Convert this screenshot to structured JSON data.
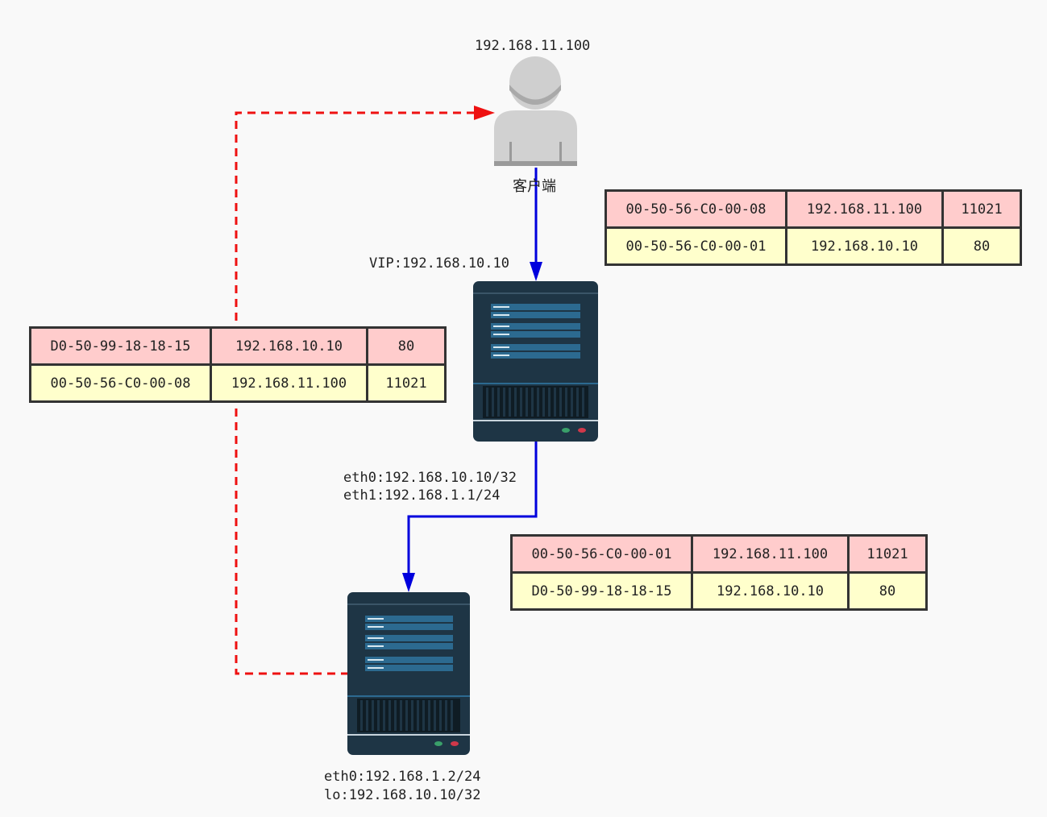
{
  "client": {
    "ip_label": "192.168.11.100",
    "name_label": "客户端",
    "icon": "user-icon"
  },
  "director": {
    "vip_label": "VIP:192.168.10.10",
    "iface_labels": [
      "eth0:192.168.10.10/32",
      "eth1:192.168.1.1/24"
    ],
    "icon": "server-icon"
  },
  "realserver": {
    "iface_labels": [
      "eth0:192.168.1.2/24",
      "lo:192.168.10.10/32"
    ],
    "icon": "server-icon"
  },
  "packets": {
    "client_to_director": {
      "rows": [
        [
          "00-50-56-C0-00-08",
          "192.168.11.100",
          "11021"
        ],
        [
          "00-50-56-C0-00-01",
          "192.168.10.10",
          "80"
        ]
      ]
    },
    "director_to_realserver": {
      "rows": [
        [
          "00-50-56-C0-00-01",
          "192.168.11.100",
          "11021"
        ],
        [
          "D0-50-99-18-18-15",
          "192.168.10.10",
          "80"
        ]
      ]
    },
    "realserver_to_client": {
      "rows": [
        [
          "D0-50-99-18-18-15",
          "192.168.10.10",
          "80"
        ],
        [
          "00-50-56-C0-00-08",
          "192.168.11.100",
          "11021"
        ]
      ]
    }
  },
  "colors": {
    "request_path": "#0000dd",
    "response_path": "#ee1111",
    "src_row_fill": "#ffcccc",
    "dst_row_fill": "#ffffcc",
    "server_body": "#1e3545",
    "server_panel": "#2c6a90"
  }
}
